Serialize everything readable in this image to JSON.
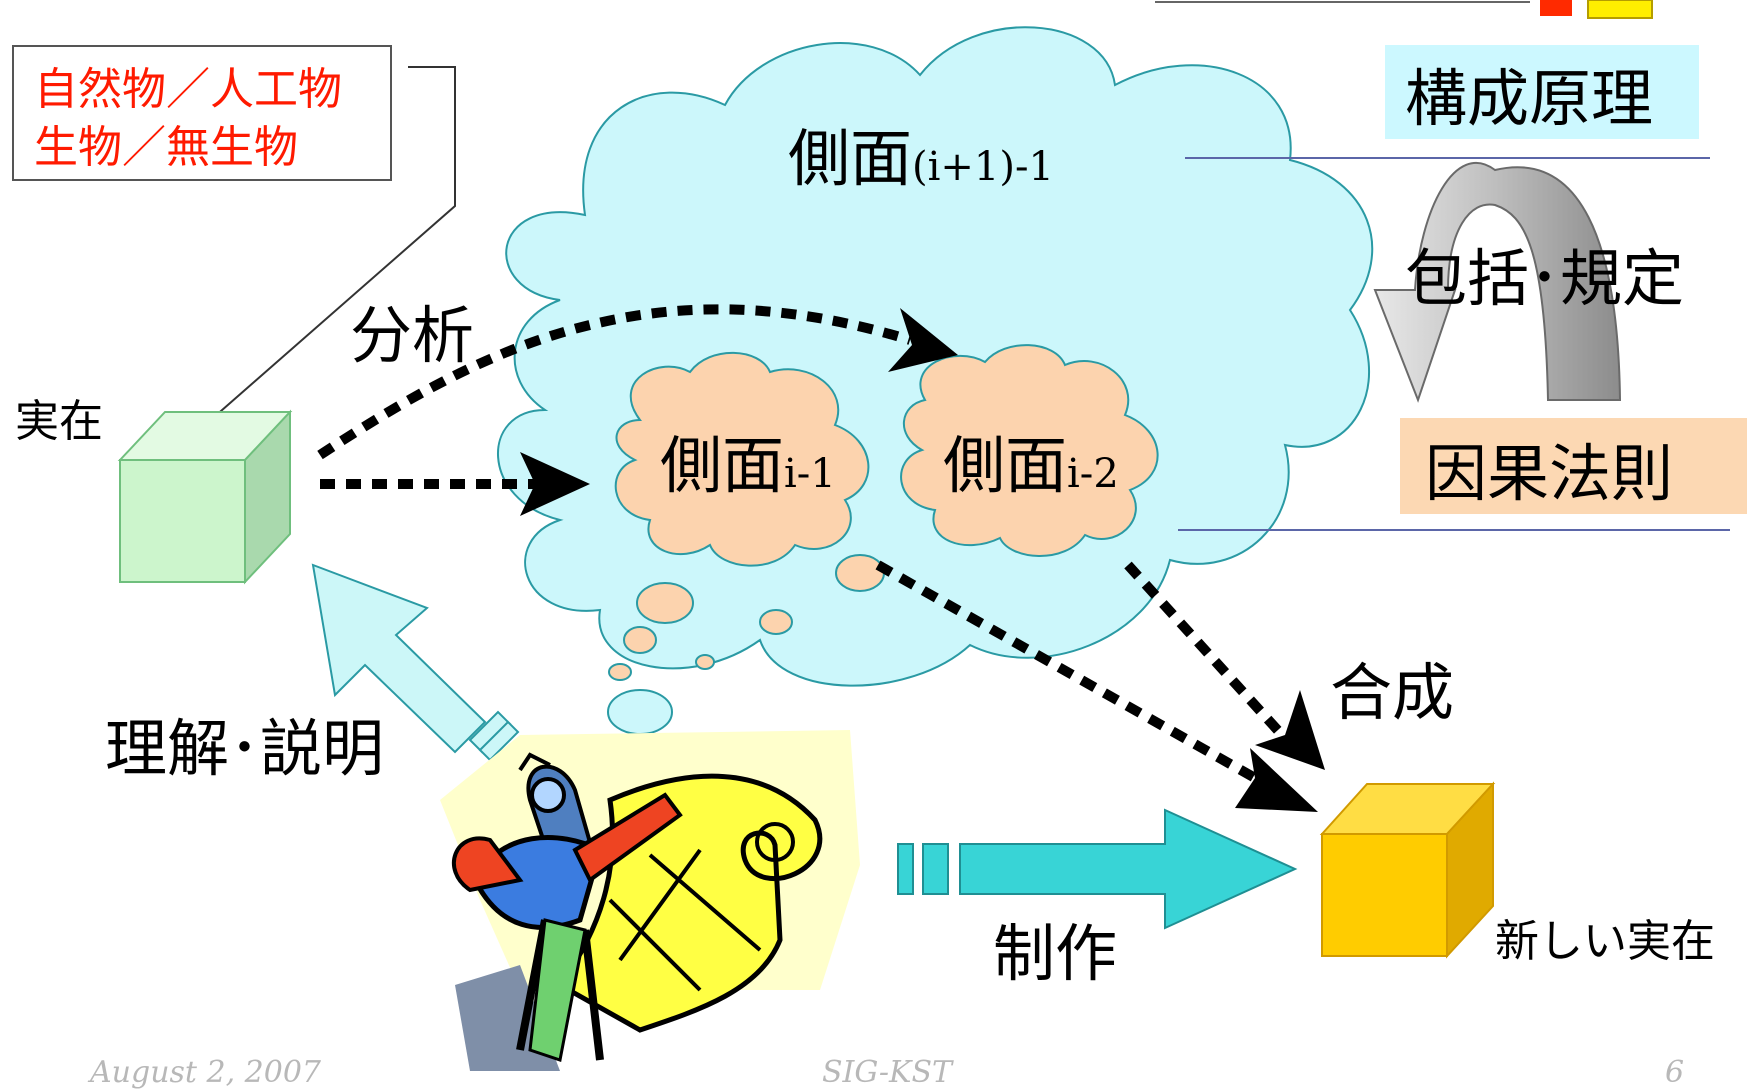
{
  "labels": {
    "category_line1": "自然物／人工物",
    "category_line2": "生物／無生物",
    "reality": "実在",
    "analysis": "分析",
    "aspect_big_main": "側面",
    "aspect_big_sub": "(i+1)-1",
    "aspect_a_main": "側面",
    "aspect_a_sub": "i-1",
    "aspect_b_main": "側面",
    "aspect_b_sub": "i-2",
    "composition_principle": "構成原理",
    "inclusion_regulation": "包括･規定",
    "causal_law": "因果法則",
    "synthesis": "合成",
    "understanding_explanation": "理解･説明",
    "production": "制作",
    "new_reality": "新しい実在"
  },
  "footer": {
    "date": "August 2, 2007",
    "event": "SIG-KST",
    "page": "6"
  },
  "colors": {
    "cloud_fill": "#ccf7fb",
    "cloud_stroke": "#2a9aa4",
    "small_cloud_fill": "#fcd3ae",
    "green_cube": "#ccf5cc",
    "gold_cube": "#ffcc00",
    "teal_arrow": "#38d4d6",
    "light_arrow": "#ccf7f8",
    "composition_bg": "#ccf8ff",
    "causal_bg": "#fcd8b3",
    "category_text": "#ff1a00"
  }
}
